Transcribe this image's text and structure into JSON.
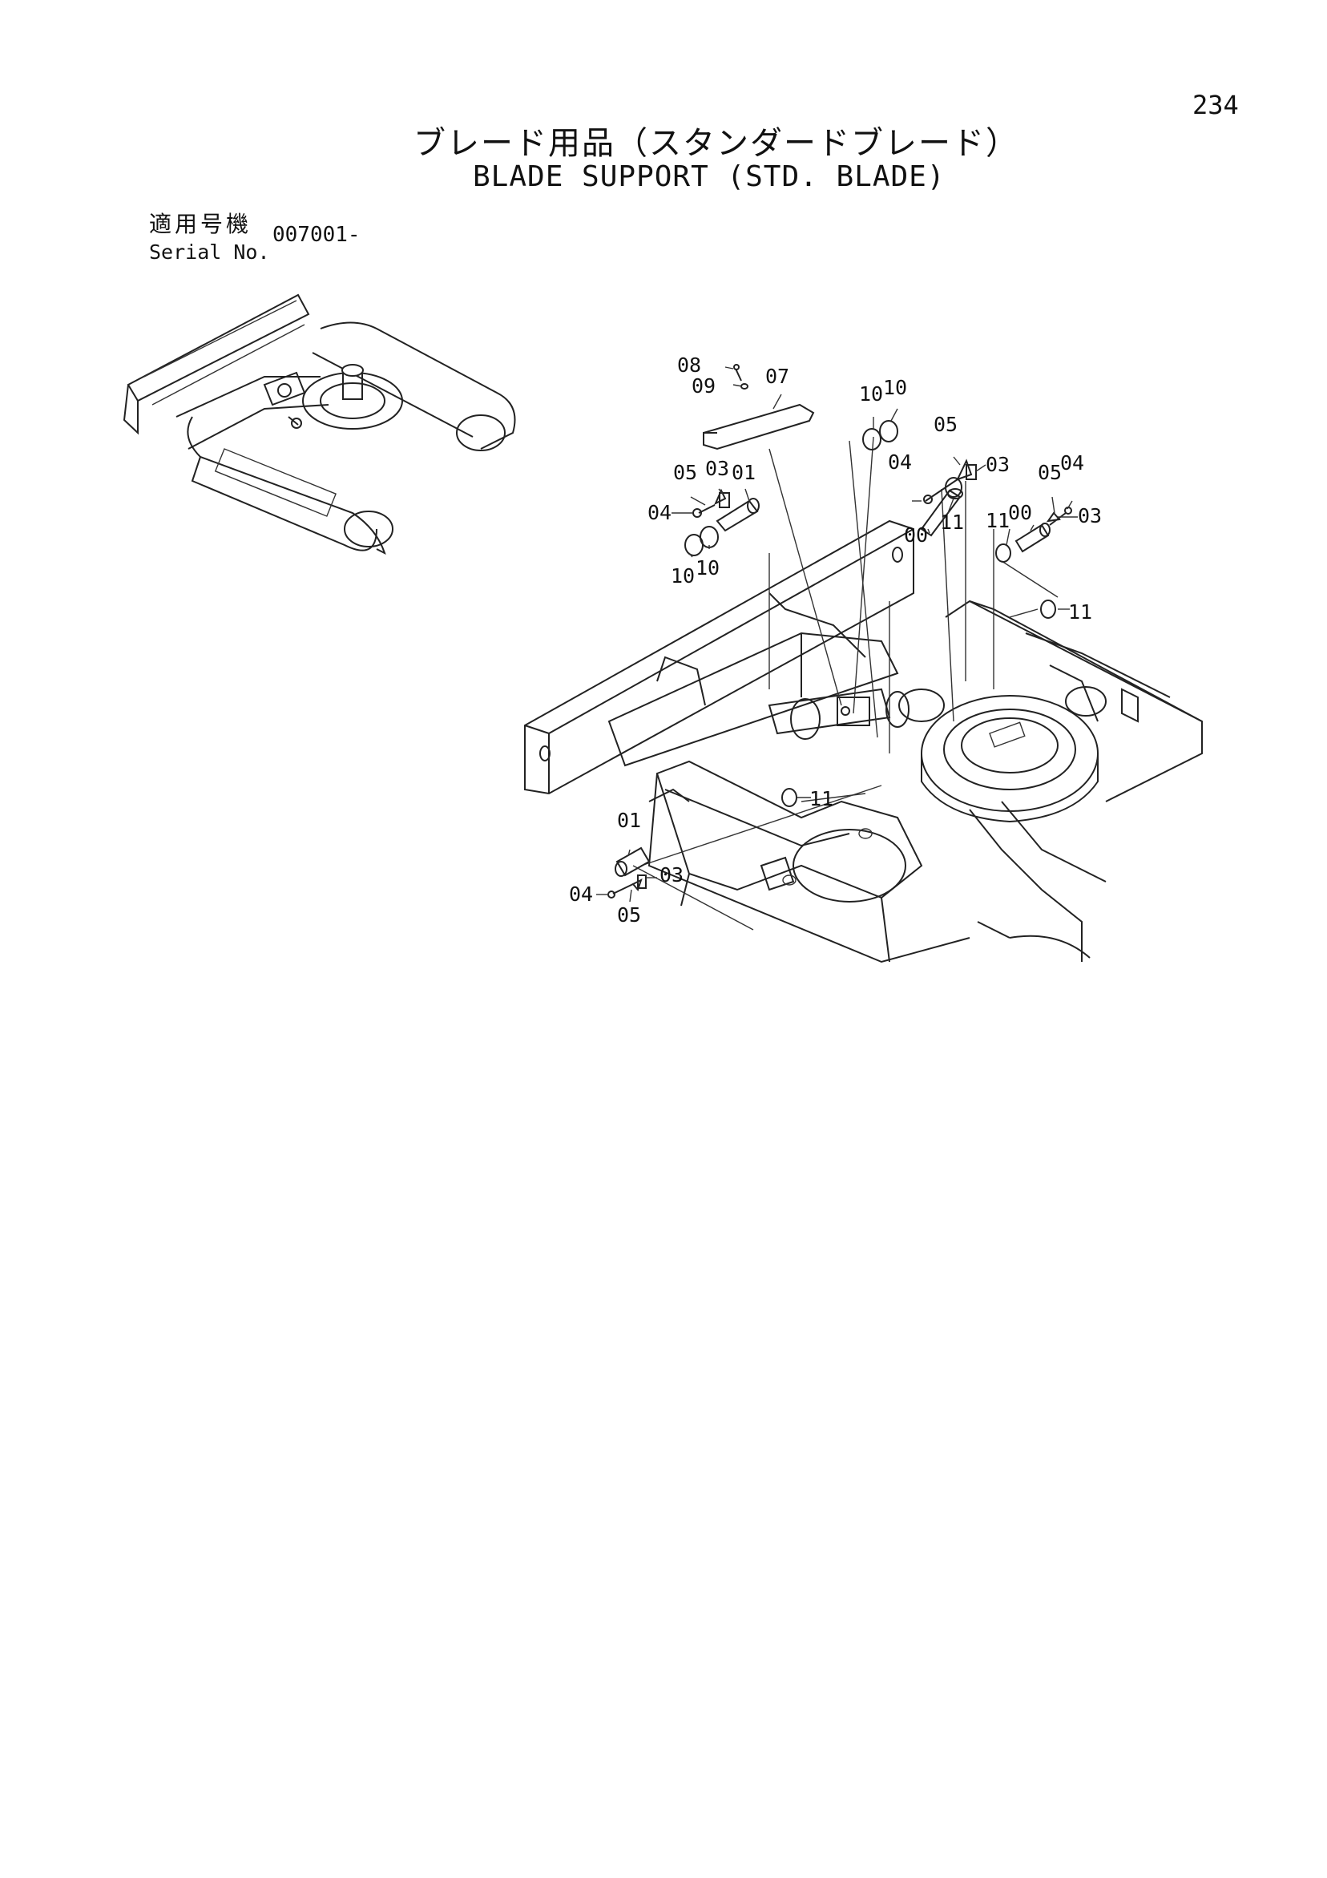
{
  "page_number": "234",
  "title_jp": "ブレード用品（スタンダードブレード）",
  "title_en": "BLADE SUPPORT (STD. BLADE)",
  "serial": {
    "label_jp": "適用号機",
    "label_en": "Serial No.",
    "value": "007001-"
  },
  "callouts": {
    "c08": "08",
    "c09": "09",
    "c07": "07",
    "c10a": "10",
    "c10b": "10",
    "c05a": "05",
    "c04a": "04",
    "c03a": "03",
    "c05b": "05",
    "c03b": "03",
    "c01a": "01",
    "c04b": "04",
    "c10c": "10",
    "c10d": "10",
    "c00a": "00",
    "c11a": "11",
    "c05c": "05",
    "c04c": "04",
    "c03c": "03",
    "c11b": "11",
    "c00b": "00",
    "c11c": "11",
    "c11d": "11",
    "c01b": "01",
    "c04d": "04",
    "c03d": "03",
    "c05d": "05"
  }
}
